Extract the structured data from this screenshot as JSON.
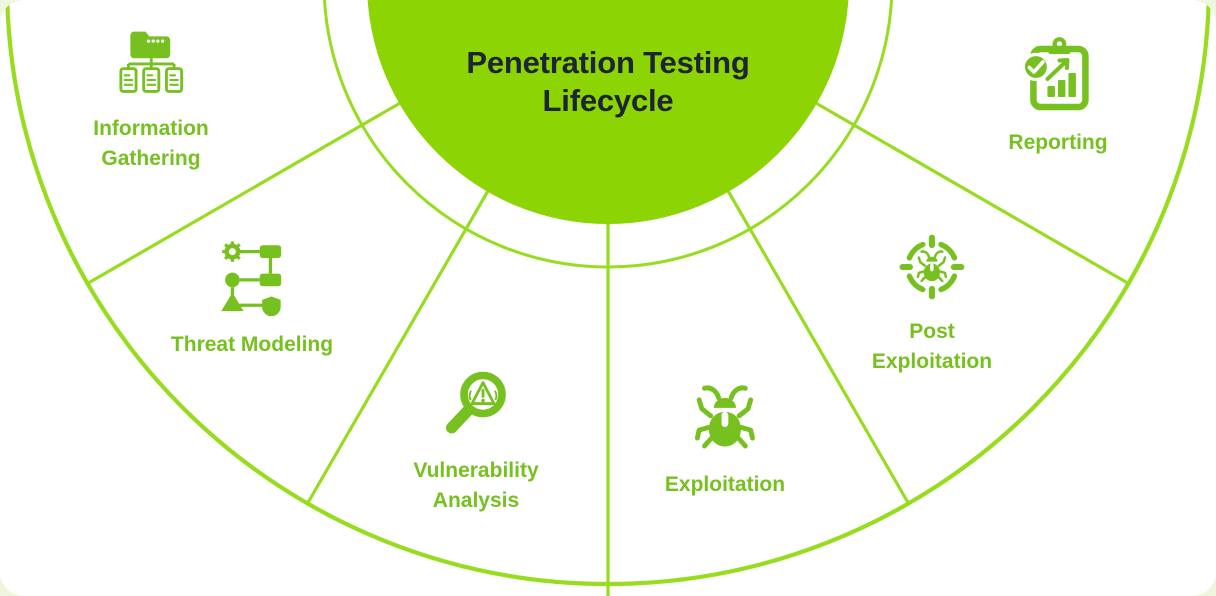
{
  "title": {
    "lines": [
      "Penetration Testing",
      "Lifecycle"
    ]
  },
  "stages": [
    {
      "name": "Information Gathering",
      "lines": [
        "Information",
        "Gathering"
      ],
      "icon": "folder-tree-icon"
    },
    {
      "name": "Threat Modeling",
      "lines": [
        "Threat Modeling"
      ],
      "icon": "workflow-gear-icon"
    },
    {
      "name": "Vulnerability Analysis",
      "lines": [
        "Vulnerability",
        "Analysis"
      ],
      "icon": "magnifier-warning-icon"
    },
    {
      "name": "Exploitation",
      "lines": [
        "Exploitation"
      ],
      "icon": "bug-icon"
    },
    {
      "name": "Post Exploitation",
      "lines": [
        "Post",
        "Exploitation"
      ],
      "icon": "bug-target-icon"
    },
    {
      "name": "Reporting",
      "lines": [
        "Reporting"
      ],
      "icon": "report-chart-icon"
    }
  ],
  "colors": {
    "accent": "#8CD403",
    "line": "#97DC1E",
    "icon_green": "#76C01F",
    "title_text": "#1D2433",
    "page_bg": "#EEF7DD",
    "card_bg": "#FFFFFF"
  }
}
